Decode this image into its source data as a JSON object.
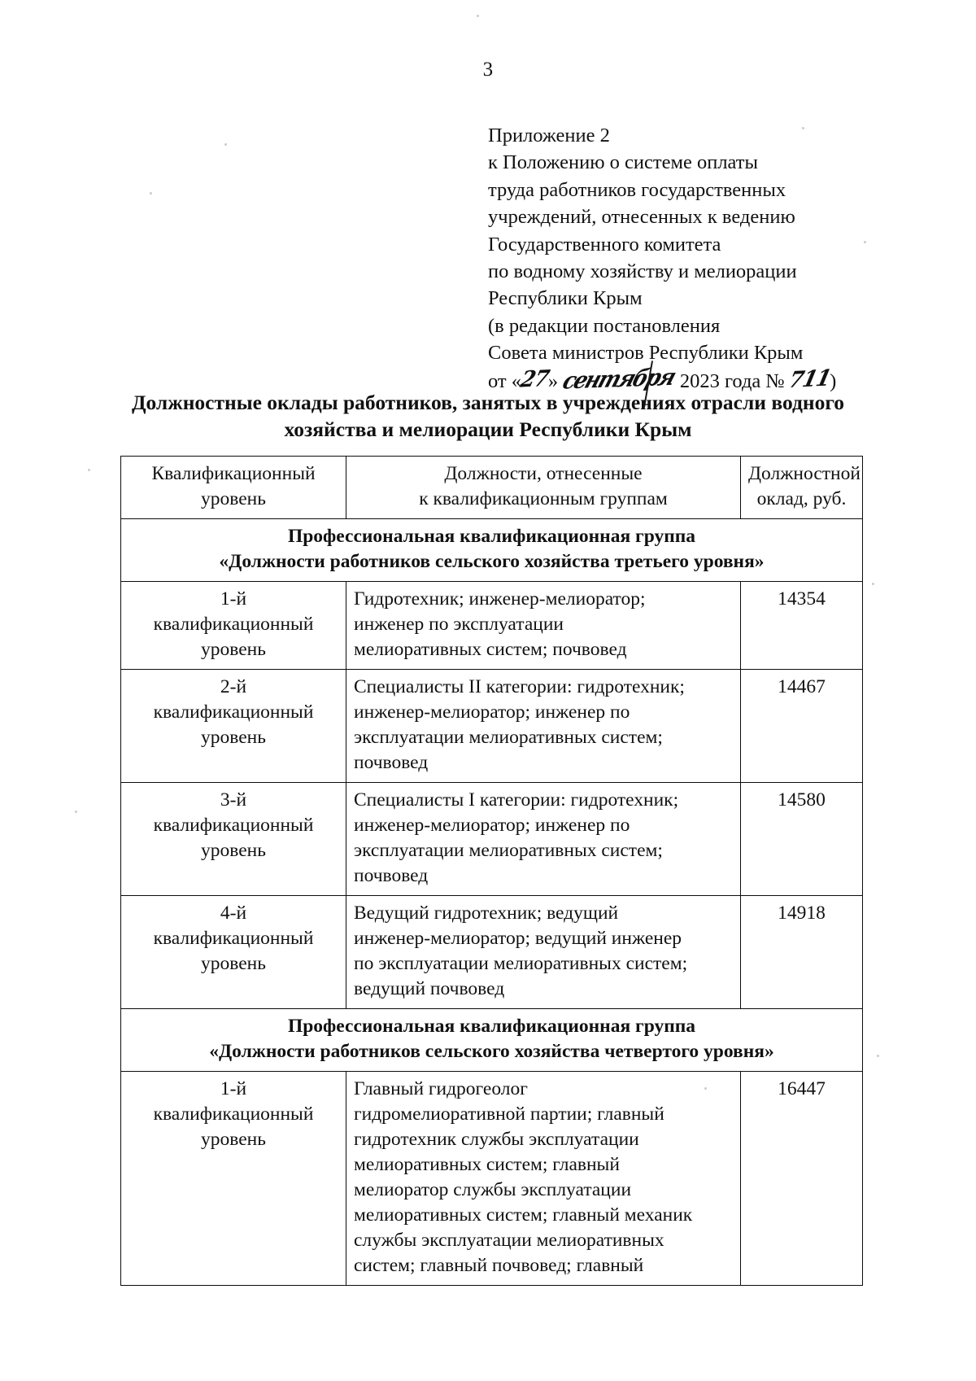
{
  "page": {
    "number": "3"
  },
  "approval": {
    "lines": [
      "Приложение 2",
      "к Положению о системе оплаты",
      "труда работников государственных",
      "учреждений, отнесенных к ведению",
      "Государственного комитета",
      "по водному хозяйству и мелиорации",
      "Республики Крым",
      "(в редакции постановления",
      "Совета министров Республики Крым"
    ],
    "date_line": {
      "prefix": "от «",
      "day": "27",
      "after_day": "» ",
      "month": "сентября",
      "year_text": " 2023 года № ",
      "number": "711",
      "suffix": ")"
    }
  },
  "title": {
    "line1": "Должностные оклады работников, занятых в учреждениях отрасли водного",
    "line2": "хозяйства и мелиорации Республики Крым"
  },
  "table": {
    "headers": {
      "level": {
        "line1": "Квалификационный",
        "line2": "уровень"
      },
      "titles": {
        "line1": "Должности, отнесенные",
        "line2": "к квалификационным группам"
      },
      "salary": {
        "line1": "Должностной",
        "line2": "оклад, руб."
      }
    },
    "groups": [
      {
        "header": {
          "line1": "Профессиональная квалификационная группа",
          "line2": "«Должности работников сельского хозяйства третьего уровня»"
        },
        "rows": [
          {
            "level": {
              "line1": "1-й",
              "line2": "квалификационный",
              "line3": "уровень"
            },
            "titles": [
              "Гидротехник; инженер-мелиоратор;",
              "инженер по эксплуатации",
              "мелиоративных систем; почвовед"
            ],
            "salary": "14354"
          },
          {
            "level": {
              "line1": "2-й",
              "line2": "квалификационный",
              "line3": "уровень"
            },
            "titles": [
              "Специалисты II категории: гидротехник;",
              "инженер-мелиоратор; инженер по",
              "эксплуатации мелиоративных систем;",
              "почвовед"
            ],
            "salary": "14467"
          },
          {
            "level": {
              "line1": "3-й",
              "line2": "квалификационный",
              "line3": "уровень"
            },
            "titles": [
              "Специалисты I категории: гидротехник;",
              "инженер-мелиоратор; инженер по",
              "эксплуатации мелиоративных систем;",
              "почвовед"
            ],
            "salary": "14580"
          },
          {
            "level": {
              "line1": "4-й",
              "line2": "квалификационный",
              "line3": "уровень"
            },
            "titles": [
              "Ведущий гидротехник; ведущий",
              "инженер-мелиоратор; ведущий инженер",
              "по эксплуатации мелиоративных систем;",
              "ведущий почвовед"
            ],
            "salary": "14918"
          }
        ]
      },
      {
        "header": {
          "line1": "Профессиональная квалификационная группа",
          "line2": "«Должности работников сельского хозяйства четвертого уровня»"
        },
        "rows": [
          {
            "level": {
              "line1": "1-й",
              "line2": "квалификационный",
              "line3": "уровень"
            },
            "titles": [
              "Главный гидрогеолог",
              "гидромелиоративной партии; главный",
              "гидротехник службы эксплуатации",
              "мелиоративных систем; главный",
              "мелиоратор службы эксплуатации",
              "мелиоративных систем; главный механик",
              "службы эксплуатации мелиоративных",
              "систем; главный почвовед; главный"
            ],
            "salary": "16447"
          }
        ]
      }
    ]
  }
}
